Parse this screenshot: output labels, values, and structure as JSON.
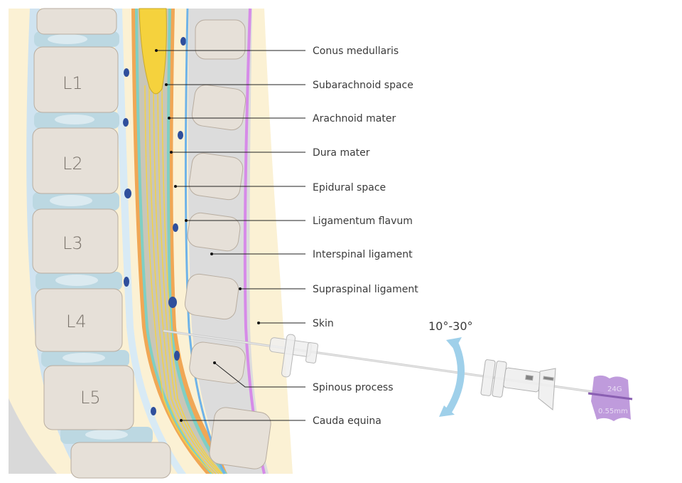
{
  "vertebrae": [
    "L1",
    "L2",
    "L3",
    "L4",
    "L5"
  ],
  "labels": [
    "Conus medullaris",
    "Subarachnoid space",
    "Arachnoid mater",
    "Dura mater",
    "Epidural space",
    "Ligamentum flavum",
    "Interspinal ligament",
    "Supraspinal ligament",
    "Skin",
    "Spinous process",
    "Cauda equina"
  ],
  "needle": {
    "angle_label": "10°-30°",
    "gauge": "24G",
    "diameter": "0.55mm"
  },
  "colors": {
    "tissue": "#fbf1d4",
    "bone": "#e6e0d8",
    "disc": "#bcd8e2",
    "dura": "#f0a755",
    "conus": "#f5d23d",
    "ligament": "#d9d9d9",
    "flavum": "#6fb3e8",
    "skin": "#d68be8",
    "hub": "#b48ad6",
    "arrow": "#9fd0ea"
  }
}
